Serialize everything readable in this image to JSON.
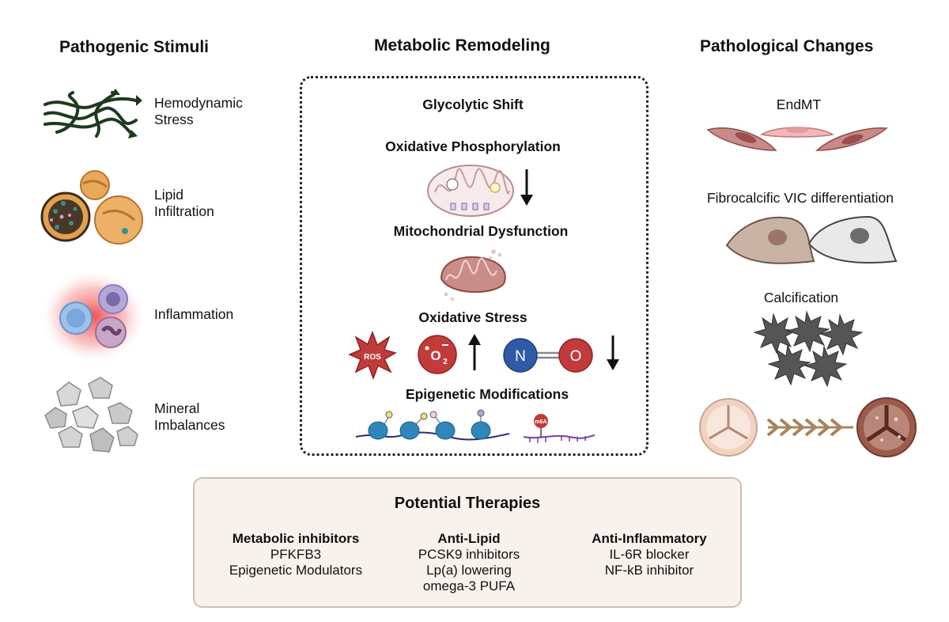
{
  "columns": {
    "stimuli_title": "Pathogenic Stimuli",
    "remodeling_title": "Metabolic Remodeling",
    "changes_title": "Pathological Changes"
  },
  "stimuli": [
    {
      "line1": "Hemodynamic",
      "line2": "Stress",
      "icon": "flow-arrows-icon"
    },
    {
      "line1": "Lipid",
      "line2": "Infiltration",
      "icon": "lipoprotein-icon"
    },
    {
      "line1": "Inflammation",
      "line2": "",
      "icon": "immune-cells-icon"
    },
    {
      "line1": "Mineral",
      "line2": "Imbalances",
      "icon": "crystals-icon"
    }
  ],
  "remodeling": {
    "glycolytic": "Glycolytic Shift",
    "oxphos": "Oxidative Phosphorylation",
    "mito": "Mitochondrial Dysfunction",
    "oxstress": "Oxidative Stress",
    "epigenetic": "Epigenetic Modifications",
    "ros_label": "ROS",
    "superoxide_label": "O",
    "superoxide_sub": "2",
    "no_n": "N",
    "no_o": "O",
    "m6a_label": "m6A"
  },
  "changes": {
    "endmt": "EndMT",
    "fibro": "Fibrocalcific VIC differentiation",
    "calc": "Calcification"
  },
  "therapies": {
    "title": "Potential Therapies",
    "groups": [
      {
        "heading": "Metabolic inhibitors",
        "items": [
          "PFKFB3",
          "Epigenetic Modulators"
        ]
      },
      {
        "heading": "Anti-Lipid",
        "items": [
          "PCSK9 inhibitors",
          "Lp(a) lowering",
          "omega-3 PUFA"
        ]
      },
      {
        "heading": "Anti-Inflammatory",
        "items": [
          "IL-6R blocker",
          "NF-kB inhibitor"
        ]
      }
    ]
  },
  "colors": {
    "flow": "#1d3a1f",
    "lipid": "#e8a95a",
    "inflammation_glow": "#f04040",
    "ros_red": "#c23b3b",
    "no_blue": "#2f5aa8",
    "mito_pink": "#d9a6a2",
    "cell_red": "#c98a8a",
    "vic_tan": "#c9b3a4",
    "calc_gray": "#555555",
    "valve_brown": "#9c5a4b"
  }
}
